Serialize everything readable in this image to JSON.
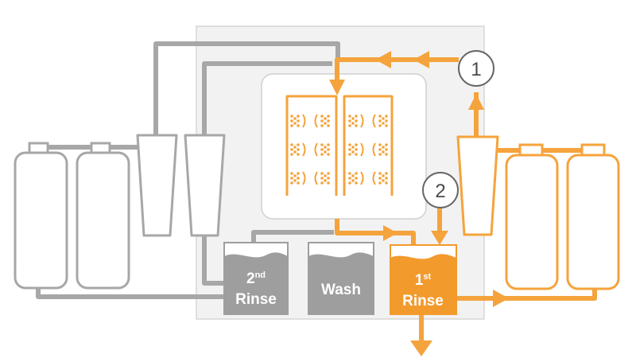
{
  "tanks": {
    "second_rinse": {
      "ordinal": "2",
      "suffix": "nd",
      "label": "Rinse"
    },
    "wash": {
      "label": "Wash"
    },
    "first_rinse": {
      "ordinal": "1",
      "suffix": "st",
      "label": "Rinse"
    }
  },
  "steps": [
    "1",
    "2"
  ],
  "colors": {
    "active": "#f5a33c",
    "inactive": "#a7a7a7",
    "cabinet": "#f1f1f1",
    "tank_fill_active": "#f39a2c",
    "tank_fill_inactive": "#9e9e9e"
  }
}
